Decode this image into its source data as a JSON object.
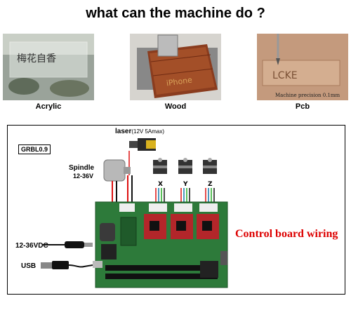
{
  "heading": "what can the machine do ?",
  "samples": [
    {
      "caption": "Acrylic",
      "engraved_text": "梅花自香"
    },
    {
      "caption": "Wood",
      "engraved_text": "iPhone"
    },
    {
      "caption": "Pcb",
      "engraved_text": "LCKE",
      "note": "Machine precision 0.1mm"
    }
  ],
  "wiring": {
    "firmware": "GRBL0.9",
    "laser": "laser",
    "laser_spec": "(12V 5Amax)",
    "spindle": "Spindle",
    "spindle_voltage": "12-36V",
    "axes": [
      "X",
      "Y",
      "Z"
    ],
    "power_in": "12-36VDC",
    "usb": "USB",
    "title": "Control board wiring"
  },
  "colors": {
    "board": "#2d7a3a",
    "driver": "#b3262a",
    "title": "#dd0000"
  }
}
